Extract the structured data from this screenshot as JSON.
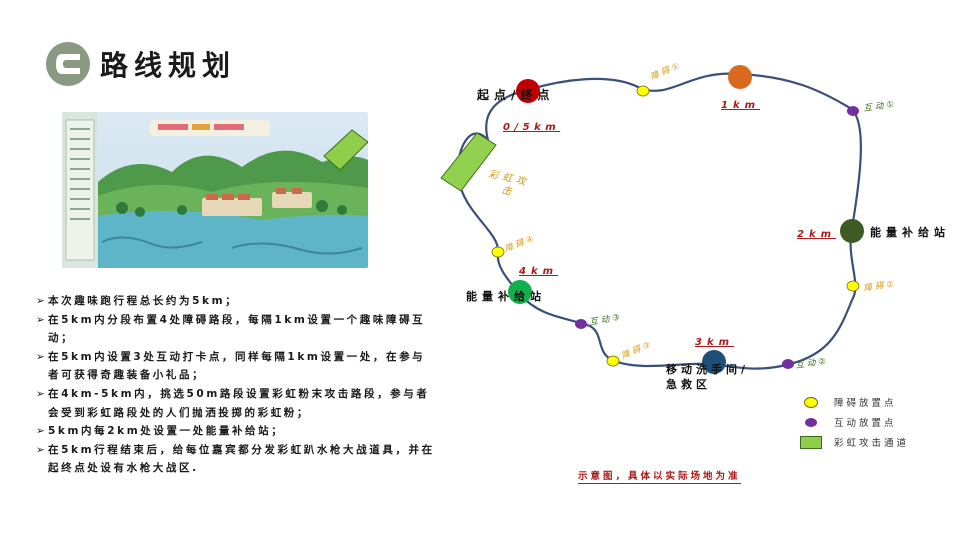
{
  "header": {
    "title": "路线规划"
  },
  "description": [
    "本次趣味跑行程总长约为5km；",
    "在5km内分段布置4处障碍路段，每隔1km设置一个趣味障碍互动；",
    "在5km内设置3处互动打卡点，同样每隔1km设置一处，在参与者可获得奇趣装备小礼品；",
    "在4km-5km内，挑选50m路段设置彩虹粉末攻击路段，参与者会受到彩虹路段处的人们抛洒投掷的彩虹粉；",
    "5km内每2km处设置一处能量补给站；",
    "在5km行程结束后，给每位嘉宾都分发彩虹趴水枪大战道具，并在起终点处设有水枪大战区."
  ],
  "route": {
    "start_label": "起点/终点",
    "km_0_5": "0/5km",
    "km_1": "1km",
    "km_2": "2km",
    "km_3": "3km",
    "km_4": "4km",
    "supply_station_2km": "能量补给站",
    "supply_station_4km": "能量补给站",
    "toilet_first_aid_line1": "移动洗手间/",
    "toilet_first_aid_line2": "急救区",
    "rainbow_attack_line1": "彩虹攻",
    "rainbow_attack_line2": "击",
    "obstacle_1": "障碍①",
    "obstacle_2": "障碍②",
    "obstacle_3": "障碍③",
    "obstacle_4": "障碍④",
    "interact_1": "互动①",
    "interact_2": "互动②",
    "interact_3": "互动③"
  },
  "legend": {
    "obstacle": "障碍放置点",
    "interaction": "互动放置点",
    "rainbow": "彩虹攻击通道"
  },
  "note": "示意图，具体以实际场地为准",
  "colors": {
    "route_line": "#3a4f7a",
    "start": "#c00000",
    "km1": "#d9691c",
    "km2": "#3f5a22",
    "km3": "#1f4e79",
    "km4": "#12b04c",
    "obstacle": "#ffff00",
    "interaction": "#7030a0",
    "rainbow": "#92d050"
  }
}
